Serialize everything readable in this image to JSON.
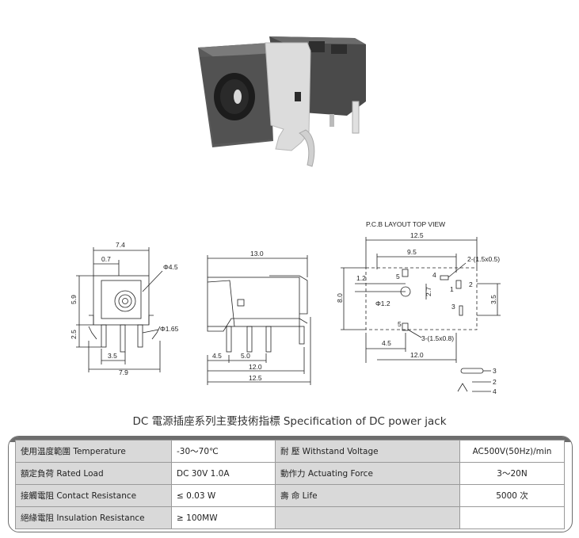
{
  "drawing": {
    "front": {
      "dims": [
        "7.4",
        "0.7",
        "Φ4.5",
        "5.9",
        "2.5",
        "Φ1.65",
        "3.5",
        "7.9"
      ]
    },
    "side": {
      "dims": [
        "13.0",
        "4.5",
        "5.0",
        "12.0",
        "12.5"
      ]
    },
    "pcb": {
      "title": "P.C.B LAYOUT    TOP VIEW",
      "dims": [
        "12.5",
        "9.5",
        "2-(1.5x0.5)",
        "1.2",
        "8.0",
        "Φ1.2",
        "2.7",
        "3.5",
        "4.5",
        "3-(1.5x0.8)",
        "12.0"
      ],
      "pins": [
        "5",
        "4",
        "2",
        "1",
        "3",
        "5"
      ]
    },
    "schematic": {
      "pins": [
        "3",
        "2",
        "4"
      ]
    }
  },
  "caption": "DC 電源插座系列主要技術指標 Specification of DC power jack",
  "spec": {
    "rows": [
      {
        "label": "使用温度範圍 Temperature",
        "value": "-30～70℃",
        "label2": "耐    壓 Withstand Voltage",
        "value2": "AC500V(50Hz)/min"
      },
      {
        "label": "額定負荷 Rated Load",
        "value": "DC  30V  1.0A",
        "label2": "動作力 Actuating Force",
        "value2": "3～20N"
      },
      {
        "label": "接觸電阻 Contact Resistance",
        "value": "≤ 0.03 W",
        "label2": "壽    命 Life",
        "value2": "5000 次"
      },
      {
        "label": "絕緣電阻 Insulation Resistance",
        "value": "≥ 100MW",
        "label2": "",
        "value2": ""
      }
    ]
  },
  "colors": {
    "table_border": "#6d6d6d",
    "label_bg": "#d9d9d9"
  }
}
